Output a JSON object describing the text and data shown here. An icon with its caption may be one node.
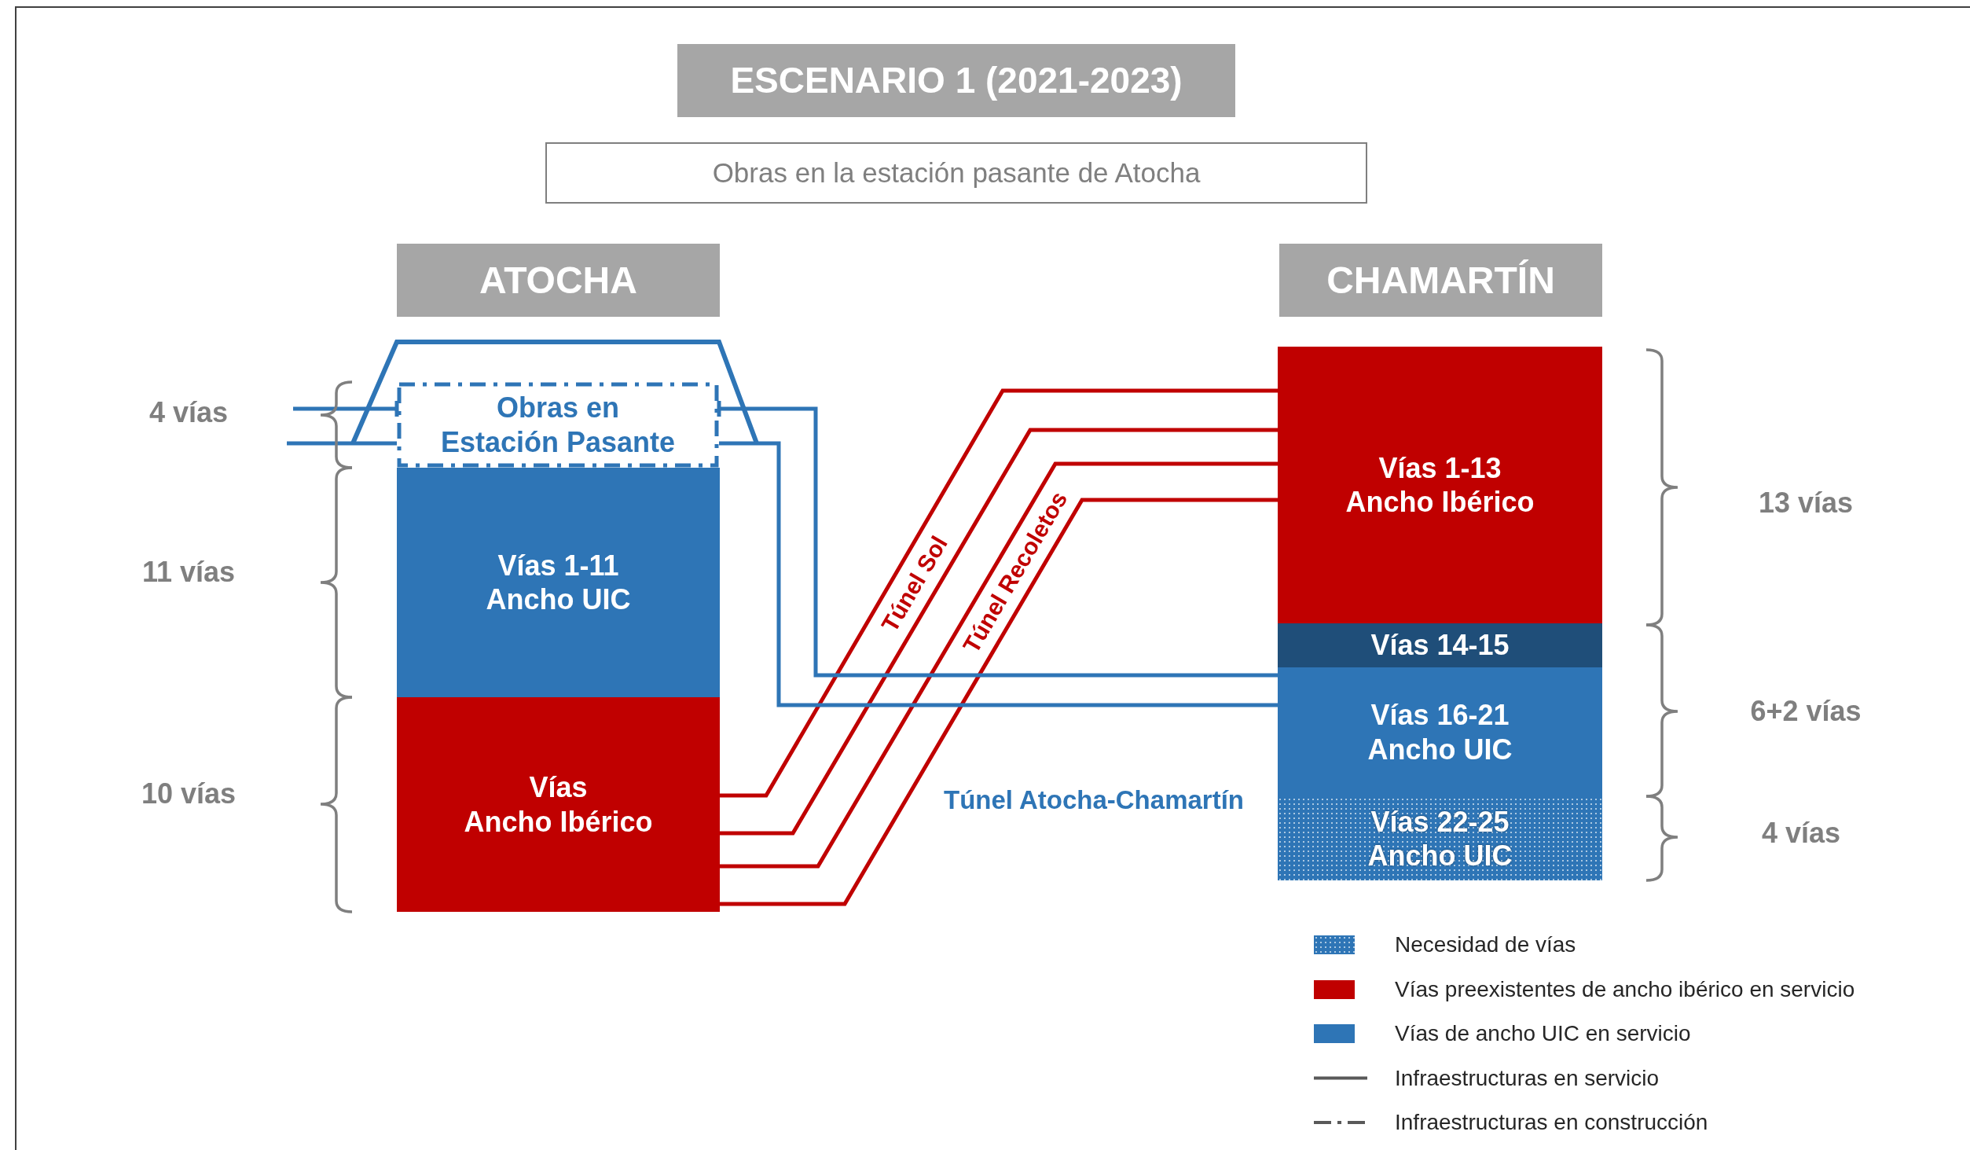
{
  "diagram": {
    "nodes": [
      {
        "text": [
          "ESCENARIO 1 (2021-2023)"
        ]
      },
      {
        "text": [
          "Obras en la estación pasante de Atocha"
        ]
      },
      {
        "text": [
          "ATOCHA"
        ]
      },
      {
        "text": [
          "CHAMARTÍN"
        ]
      },
      {
        "text": [
          "Obras en Estación Pasante"
        ]
      },
      {
        "text": [
          "Vías 1-11 Ancho UIC"
        ]
      },
      {
        "text": [
          "Vías",
          "Ancho Ibérico"
        ]
      },
      {
        "text": [
          "Vías 1-13 Ancho Ibérico"
        ]
      },
      {
        "text": [
          "Vías 14-15"
        ]
      },
      {
        "text": [
          "Vías 16-21 Ancho UIC"
        ]
      },
      {
        "text": [
          "Vías 22-25 Ancho UIC"
        ]
      }
    ],
    "edges": [
      {
        "from": 6,
        "to": 7,
        "arrow": "none",
        "label": "Túnel Sol"
      },
      {
        "from": 6,
        "to": 7,
        "arrow": "none"
      },
      {
        "from": 6,
        "to": 7,
        "arrow": "none",
        "label": "Túnel Recoletos"
      },
      {
        "from": 6,
        "to": 7,
        "arrow": "none"
      },
      {
        "from": 4,
        "to": 9,
        "arrow": "other",
        "color": "#2e75b6"
      },
      {
        "from": 4,
        "to": 9,
        "arrow": "none",
        "color": "#2e75b6"
      },
      {
        "from": null,
        "to": 4,
        "arrow": "other",
        "color": "#2e75b6"
      },
      {
        "from": null,
        "to": 4,
        "arrow": "none",
        "color": "#2e75b6"
      }
    ],
    "labels": [
      "4 vías",
      "13 vías",
      "11 vías",
      "6+2 vías",
      "10 vías",
      "Túnel Atocha-Chamartín",
      "4 vías"
    ],
    "legend": [
      {
        "text": "Necesidad de vías"
      },
      {
        "text": "Vías preexistentes de ancho ibérico en servicio",
        "color": "#c00000"
      },
      {
        "text": "Vías de ancho UIC en servicio",
        "color": "#2e75b6"
      },
      {
        "text": "Infraestructuras en servicio"
      },
      {
        "text": "Infraestructuras en construcción"
      }
    ]
  }
}
